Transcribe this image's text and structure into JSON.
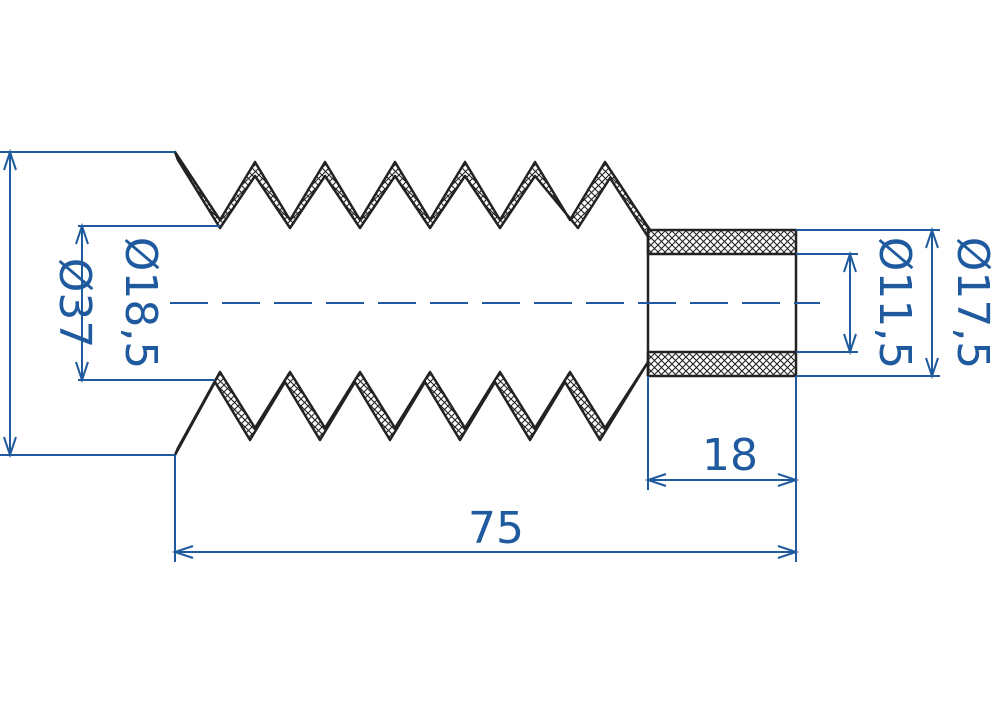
{
  "dimensions": {
    "overall_length": "75",
    "sleeve_length": "18",
    "bellows_outer_diameter": "Ø37",
    "bellows_inner_diameter": "Ø18,5",
    "sleeve_inner_diameter": "Ø11,5",
    "sleeve_outer_diameter": "Ø17,5"
  },
  "colors": {
    "dimension": "#1f5a9e",
    "outline": "#222222",
    "background": "#ffffff"
  }
}
